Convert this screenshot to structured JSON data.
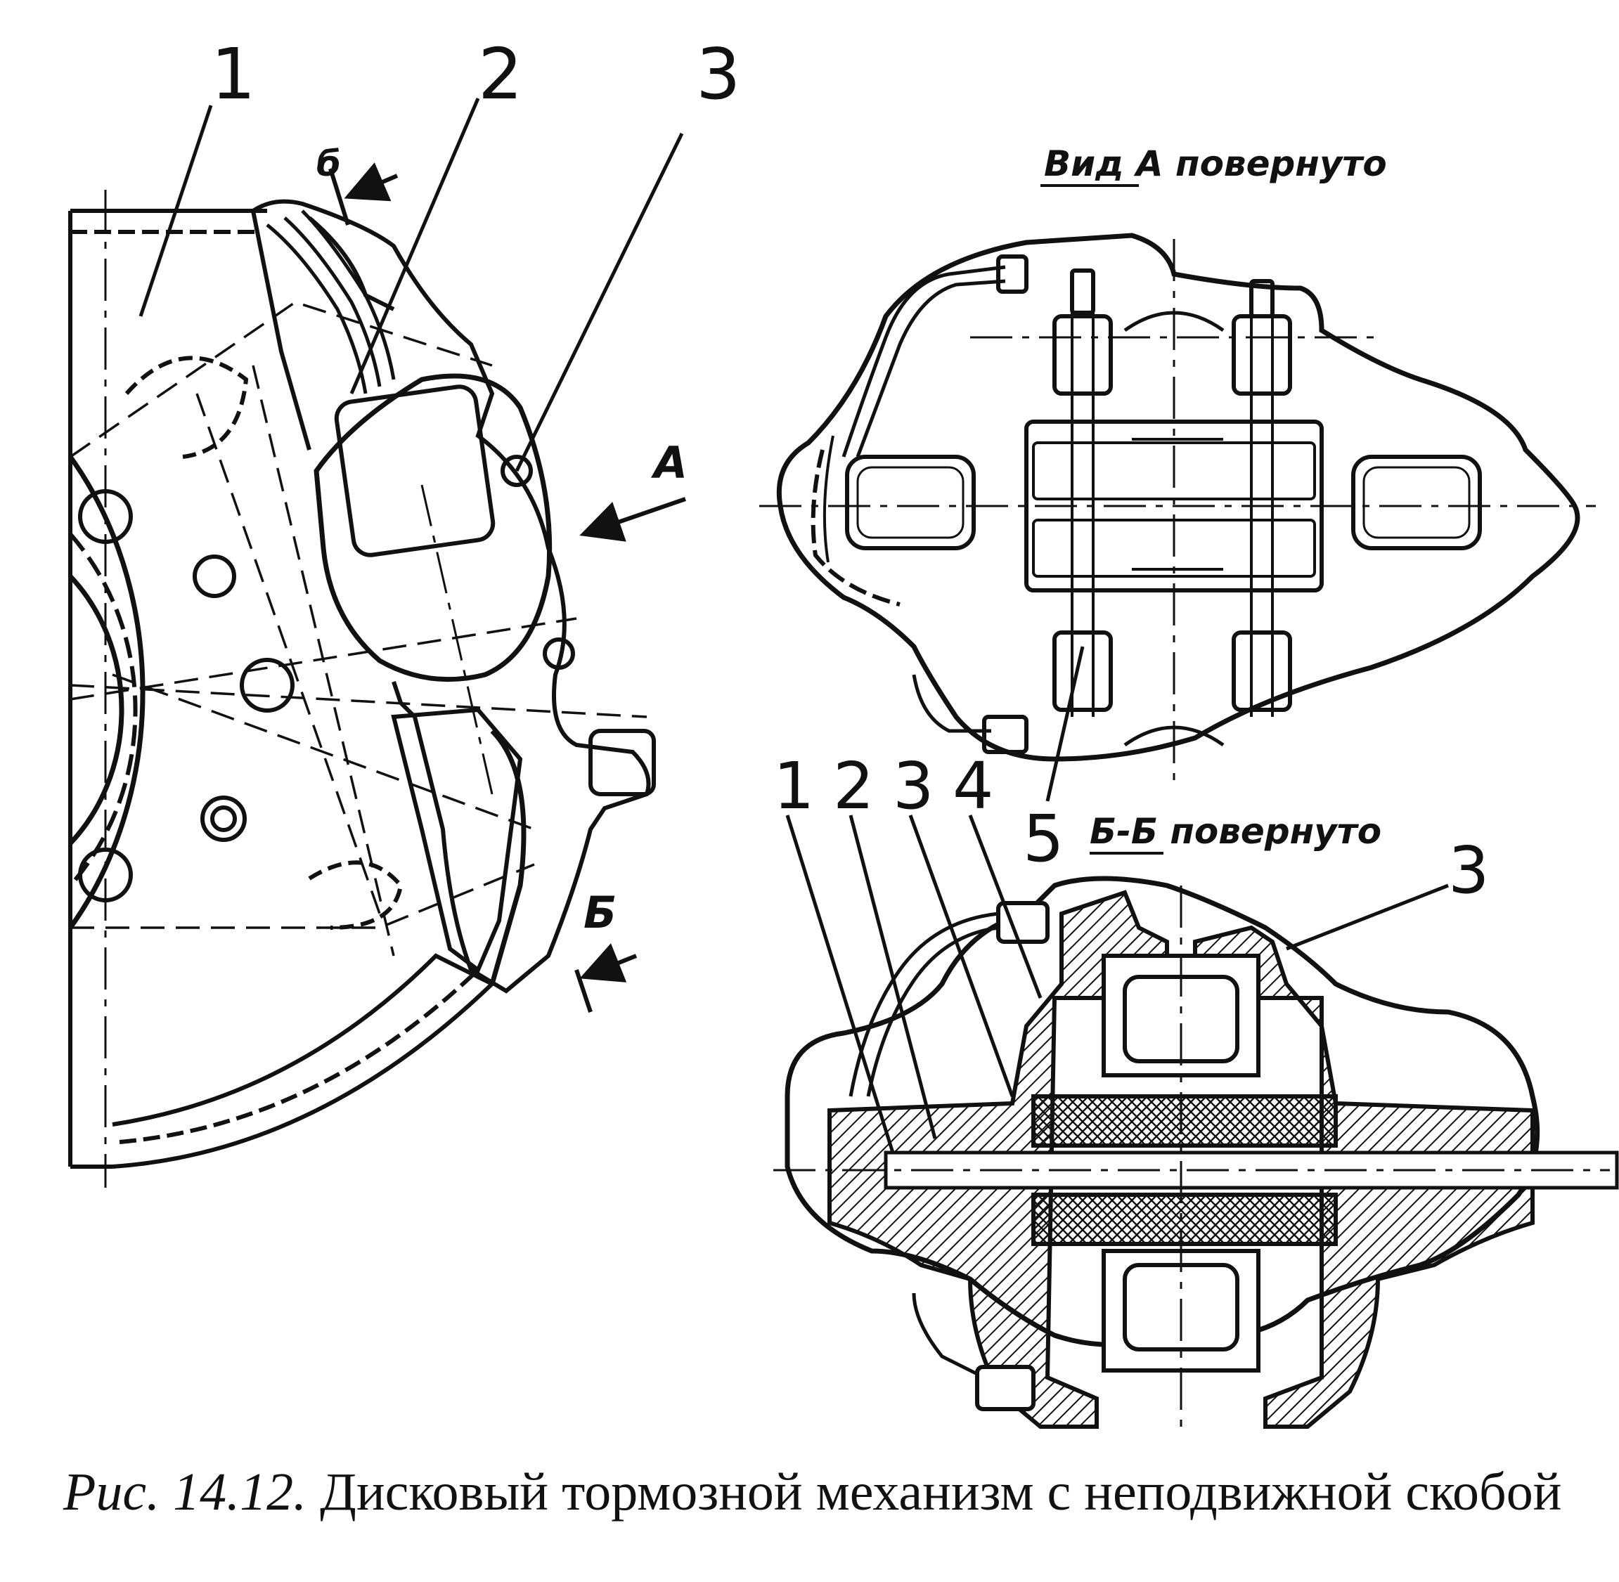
{
  "caption": {
    "prefix": "Рис. 14.12.",
    "text": "Дисковый тормозной механизм с неподвижной скобой"
  },
  "left_view": {
    "callouts": [
      "1",
      "2",
      "3"
    ],
    "view_arrow_label": "А",
    "section_top_label": "б",
    "section_bottom_label": "Б"
  },
  "view_a": {
    "title": "Вид А повернуто",
    "callout": "5"
  },
  "section_bb": {
    "title": "Б-Б повернуто",
    "callouts": [
      "1",
      "2",
      "3",
      "4"
    ],
    "right_callout": "3"
  },
  "colors": {
    "ink": "#111111",
    "paper": "#ffffff"
  }
}
